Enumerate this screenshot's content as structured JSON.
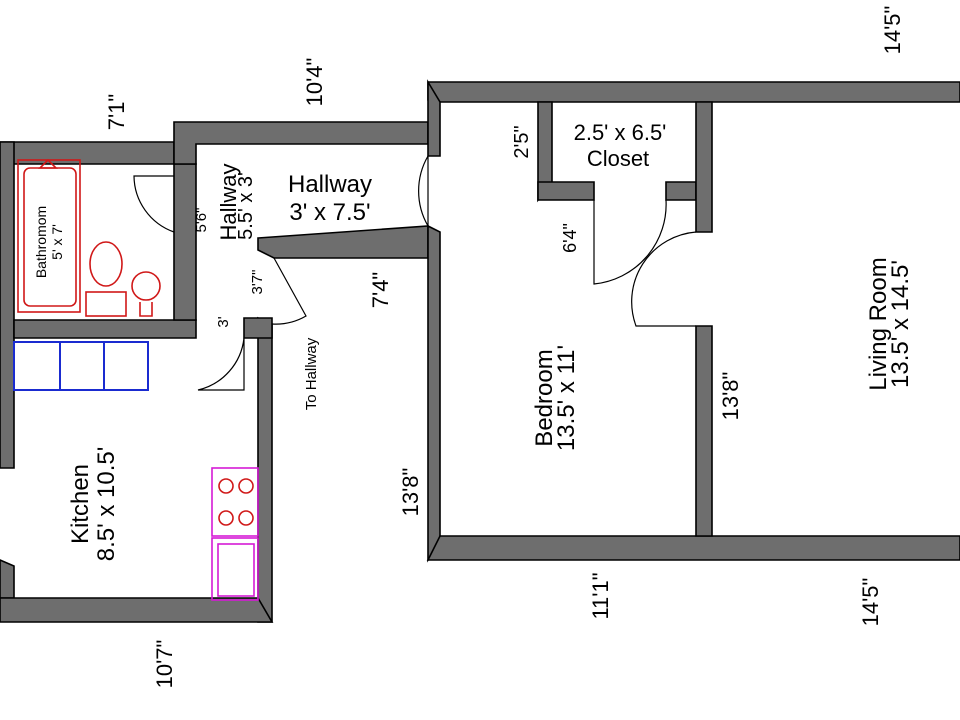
{
  "rooms": {
    "bathroom": {
      "name": "Bathromom",
      "size": "5' x 7'"
    },
    "hallway_small": {
      "name": "Hallway",
      "size": "5.5' x 3'"
    },
    "hallway_main": {
      "name": "Hallway",
      "size": "3' x 7.5'"
    },
    "closet": {
      "size": "2.5' x 6.5'",
      "name": "Closet"
    },
    "bedroom": {
      "name": "Bedroom",
      "size": "13.5' x 11'"
    },
    "living_room": {
      "name": "Living Room",
      "size": "13.5' x 14.5'"
    },
    "kitchen": {
      "name": "Kitchen",
      "size": "8.5' x 10.5'"
    },
    "to_hallway": "To Hallway"
  },
  "dimensions": {
    "d_7_1": "7'1\"",
    "d_10_4": "10'4\"",
    "d_14_5_top": "14'5\"",
    "d_2_5": "2'5\"",
    "d_5_6": "5'6\"",
    "d_6_4": "6'4\"",
    "d_3_7": "3'7\"",
    "d_3": "3'",
    "d_7_4": "7'4\"",
    "d_13_8_mid": "13'8\"",
    "d_13_8_left": "13'8\"",
    "d_11_1": "11'1\"",
    "d_14_5_bottom": "14'5\"",
    "d_10_7": "10'7\""
  },
  "colors": {
    "wall": "#6e6e6e",
    "bathroom_fixtures": "#d01818",
    "kitchen_counter": "#1a2bd0",
    "kitchen_appliances": "#d51ad5"
  }
}
